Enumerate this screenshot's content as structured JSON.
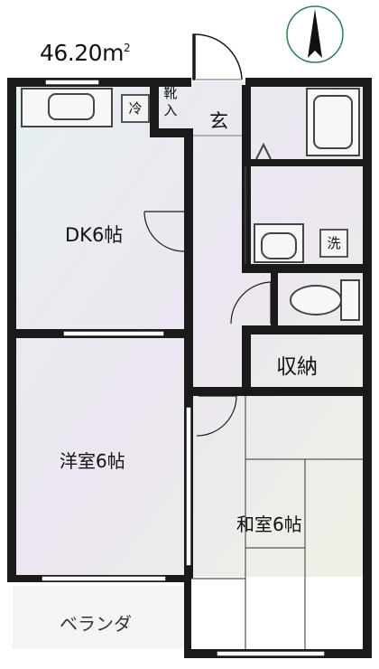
{
  "area": {
    "value": "46.20m",
    "unit_sup": "2"
  },
  "rooms": {
    "dk": "DK6帖",
    "youshitsu": "洋室6帖",
    "washitsu": "和室6帖",
    "shuno": "収納",
    "genkan": "玄",
    "kutsuire": "靴入",
    "reizoko": "冷",
    "sentakuki": "洗",
    "veranda": "ベランダ"
  },
  "colors": {
    "wall": "#1a1a1a",
    "floor": "#eceaf2",
    "floor_alt": "#e8eef0",
    "tatami": "#555555",
    "fixture": "#444444"
  },
  "icons": {
    "north_arrow": "north-arrow-icon"
  }
}
